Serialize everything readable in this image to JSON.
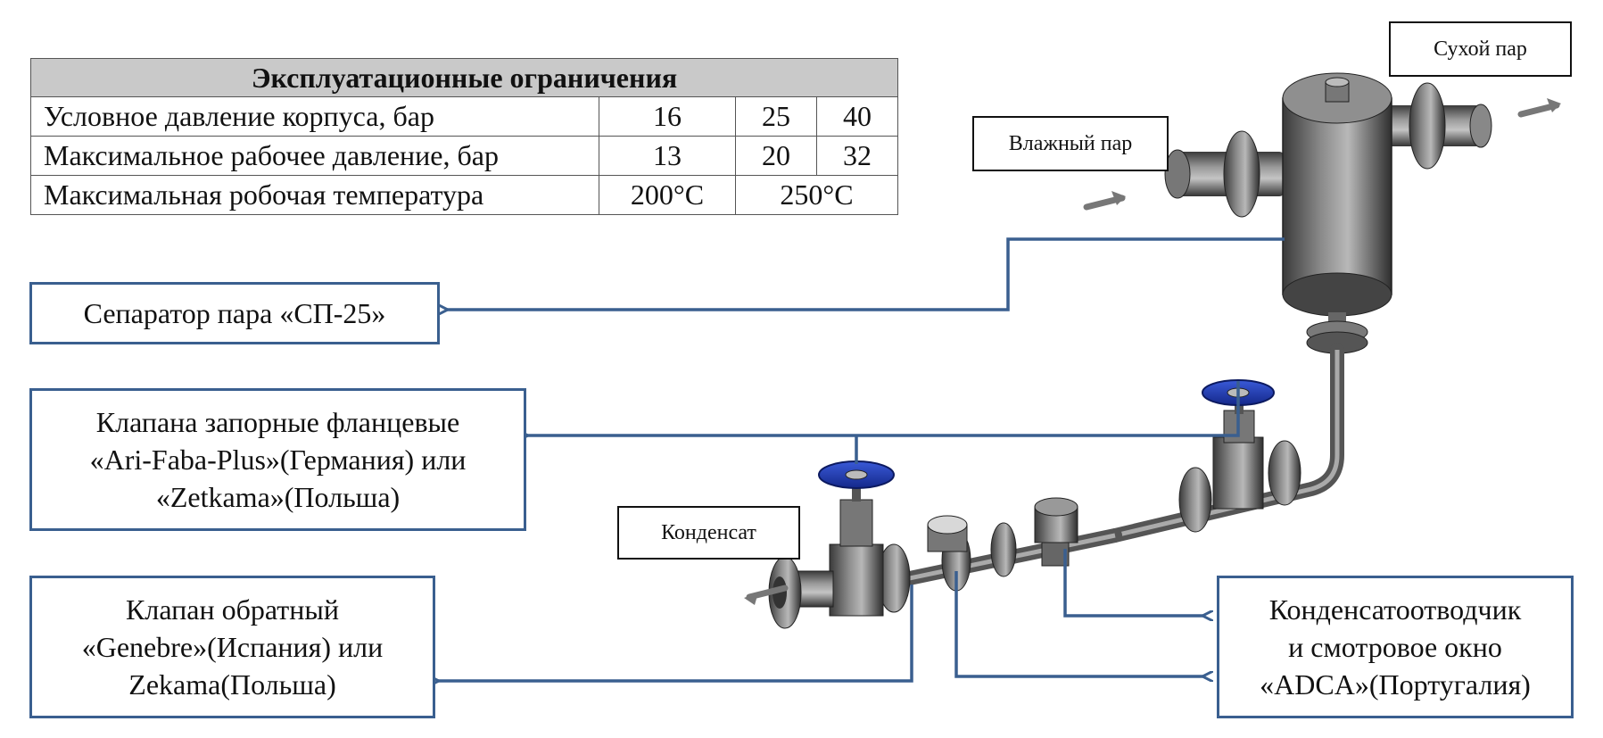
{
  "table": {
    "title": "Эксплуатационные ограничения",
    "rows": [
      {
        "label": "Условное давление корпуса, бар",
        "values": [
          "16",
          "25",
          "40"
        ]
      },
      {
        "label": "Максимальное рабочее давление, бар",
        "values": [
          "13",
          "20",
          "32"
        ]
      },
      {
        "label": "Максимальная робочая температура",
        "values": [
          "200°С",
          "250°С"
        ]
      }
    ]
  },
  "flow_labels": {
    "dry_steam": "Сухой пар",
    "wet_steam": "Влажный пар",
    "condensate": "Конденсат"
  },
  "callouts": {
    "separator": [
      "Сепаратор пара «СП-25»"
    ],
    "shutoff_valves": [
      "Клапана запорные фланцевые",
      "«Ari-Faba-Plus»(Германия) или",
      "«Zetkama»(Польша)"
    ],
    "check_valve": [
      "Клапан обратный",
      "«Genebre»(Испания) или",
      "Zekama(Польша)"
    ],
    "trap": [
      "Конденсатоотводчик",
      "и смотровое окно",
      "«ADCA»(Португалия)"
    ]
  },
  "colors": {
    "leader_line": "#3a5f8f",
    "valve_handwheel": "#1f3fa8",
    "table_header_bg": "#c9c9c9"
  }
}
